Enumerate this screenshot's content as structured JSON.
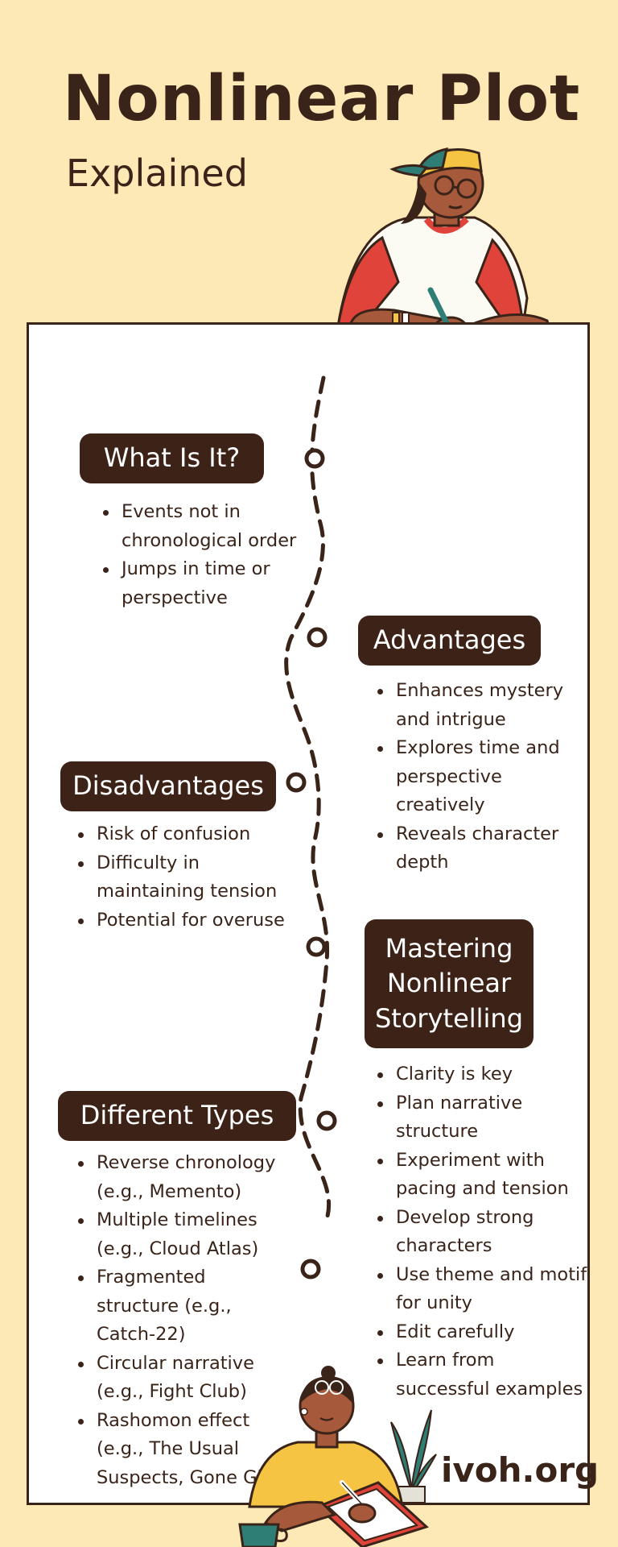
{
  "header": {
    "title": "Nonlinear Plot",
    "subtitle": "Explained"
  },
  "sections": [
    {
      "heading": "What Is It?",
      "items": [
        "Events not in chronological order",
        "Jumps in time or perspective"
      ]
    },
    {
      "heading": "Advantages",
      "items": [
        "Enhances mystery and intrigue",
        "Explores time and perspective creatively",
        "Reveals character depth"
      ]
    },
    {
      "heading": "Disadvantages",
      "items": [
        "Risk of confusion",
        "Difficulty in maintaining tension",
        "Potential for overuse"
      ]
    },
    {
      "heading": "Mastering Nonlinear Storytelling",
      "items": [
        "Clarity is key",
        "Plan narrative structure",
        "Experiment with pacing and tension",
        "Develop strong characters",
        "Use theme and motif for unity",
        "Edit carefully",
        "Learn from successful examples"
      ]
    },
    {
      "heading": "Different Types",
      "items": [
        "Reverse chronology (e.g., Memento)",
        "Multiple timelines (e.g., Cloud Atlas)",
        "Fragmented structure (e.g., Catch-22)",
        "Circular narrative (e.g., Fight Club)",
        "Rashomon effect (e.g., The Usual Suspects, Gone Girl)"
      ]
    }
  ],
  "footer": {
    "brand": "ivoh.org"
  },
  "colors": {
    "background": "#fde9b6",
    "panel": "#ffffff",
    "label_bg": "#3d2317",
    "text": "#3a2419",
    "accent_red": "#e0433a",
    "accent_yellow": "#f6c443",
    "accent_teal": "#2f7e76"
  },
  "icons": [
    "writer-illustration-top",
    "writer-illustration-bottom",
    "potted-plant-icon",
    "coffee-cup-icon"
  ]
}
